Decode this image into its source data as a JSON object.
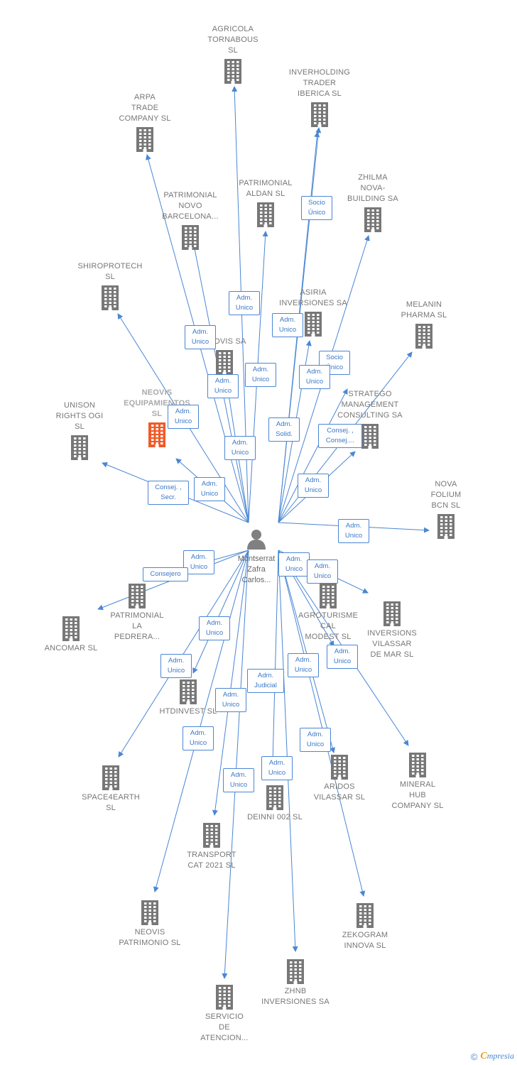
{
  "colors": {
    "edge": "#4a86d4",
    "node_icon": "#777777",
    "focus_icon": "#f05a28",
    "person_icon": "#808080"
  },
  "center": {
    "name_lines": [
      "Montserrat",
      "Zafra",
      "Carlos..."
    ],
    "icon": "person-icon"
  },
  "nodes": [
    {
      "id": "agricola",
      "lines": [
        "AGRICOLA",
        "TORNABOUS",
        "SL"
      ],
      "icon": "building-icon"
    },
    {
      "id": "inverholding",
      "lines": [
        "INVERHOLDING",
        "TRADER",
        "IBERICA SL"
      ],
      "icon": "building-icon"
    },
    {
      "id": "arpa",
      "lines": [
        "ARPA",
        "TRADE",
        "COMPANY  SL"
      ],
      "icon": "building-icon"
    },
    {
      "id": "patrimonial-aldan",
      "lines": [
        "PATRIMONIAL",
        "ALDAN SL"
      ],
      "icon": "building-icon"
    },
    {
      "id": "zhilma",
      "lines": [
        "ZHILMA",
        "NOVA-",
        "BUILDING SA"
      ],
      "icon": "building-icon"
    },
    {
      "id": "patrimonial-novo",
      "lines": [
        "PATRIMONIAL",
        "NOVO",
        "BARCELONA..."
      ],
      "icon": "building-icon"
    },
    {
      "id": "shiroprotech",
      "lines": [
        "SHIROPROTECH",
        "SL"
      ],
      "icon": "building-icon"
    },
    {
      "id": "asiria",
      "lines": [
        "ASIRIA",
        "INVERSIONES SA"
      ],
      "icon": "building-icon"
    },
    {
      "id": "melanin",
      "lines": [
        "MELANIN",
        "PHARMA  SL"
      ],
      "icon": "building-icon"
    },
    {
      "id": "neovis-sa",
      "lines": [
        "NEOVIS SA"
      ],
      "icon": "building-icon"
    },
    {
      "id": "neovis-equip",
      "lines": [
        "NEOVIS",
        "EQUIPAMIENTOS",
        "SL"
      ],
      "icon": "building-icon"
    },
    {
      "id": "unison",
      "lines": [
        "UNISON",
        "RIGHTS OGI",
        "SL"
      ],
      "icon": "building-icon"
    },
    {
      "id": "stratego",
      "lines": [
        "STRATEGO",
        "MANAGEMENT",
        "CONSULTING SA"
      ],
      "icon": "building-icon"
    },
    {
      "id": "nova-folium",
      "lines": [
        "NOVA",
        "FOLIUM",
        "BCN  SL"
      ],
      "icon": "building-icon"
    },
    {
      "id": "patrimonial-pedrera",
      "lines": [
        "PATRIMONIAL",
        "LA",
        "PEDRERA..."
      ],
      "icon": "building-icon"
    },
    {
      "id": "ancomar",
      "lines": [
        "ANCOMAR SL"
      ],
      "icon": "building-icon"
    },
    {
      "id": "agroturisme",
      "lines": [
        "AGROTURISME",
        "CAL",
        "MODEST  SL"
      ],
      "icon": "building-icon"
    },
    {
      "id": "inversions-vilassar",
      "lines": [
        "INVERSIONS",
        "VILASSAR",
        "DE MAR  SL"
      ],
      "icon": "building-icon"
    },
    {
      "id": "htdinvest",
      "lines": [
        "HTDINVEST  SL"
      ],
      "icon": "building-icon"
    },
    {
      "id": "space4earth",
      "lines": [
        "SPACE4EARTH",
        "SL"
      ],
      "icon": "building-icon"
    },
    {
      "id": "aridos",
      "lines": [
        "ARIDOS",
        "VILASSAR  SL"
      ],
      "icon": "building-icon"
    },
    {
      "id": "mineral-hub",
      "lines": [
        "MINERAL",
        "HUB",
        "COMPANY  SL"
      ],
      "icon": "building-icon"
    },
    {
      "id": "deinni",
      "lines": [
        "DEINNI 002  SL"
      ],
      "icon": "building-icon"
    },
    {
      "id": "transport-cat",
      "lines": [
        "TRANSPORT",
        "CAT 2021  SL"
      ],
      "icon": "building-icon"
    },
    {
      "id": "neovis-patrimonio",
      "lines": [
        "NEOVIS",
        "PATRIMONIO SL"
      ],
      "icon": "building-icon"
    },
    {
      "id": "zekogram",
      "lines": [
        "ZEKOGRAM",
        "INNOVA  SL"
      ],
      "icon": "building-icon"
    },
    {
      "id": "zhnb",
      "lines": [
        "ZHNB",
        "INVERSIONES SA"
      ],
      "icon": "building-icon"
    },
    {
      "id": "servicio",
      "lines": [
        "SERVICIO",
        "DE",
        "ATENCION..."
      ],
      "icon": "building-icon"
    }
  ],
  "edge_labels": [
    {
      "id": "e-aldan",
      "lines": [
        "Adm.",
        "Unico"
      ]
    },
    {
      "id": "e-inver-socio",
      "lines": [
        "Socio",
        "Único"
      ]
    },
    {
      "id": "e-novo",
      "lines": [
        "Adm.",
        "Unico"
      ]
    },
    {
      "id": "e-asiria",
      "lines": [
        "Adm.",
        "Unico"
      ]
    },
    {
      "id": "e-zhilma-socio",
      "lines": [
        "Socio",
        "Único"
      ]
    },
    {
      "id": "e-neovis-sa",
      "lines": [
        "Adm.",
        "Unico"
      ]
    },
    {
      "id": "e-arpa",
      "lines": [
        "Adm.",
        "Unico"
      ]
    },
    {
      "id": "e-agricola",
      "lines": [
        "Adm.",
        "Unico"
      ]
    },
    {
      "id": "e-zhilma",
      "lines": [
        "Adm.",
        "Unico"
      ]
    },
    {
      "id": "e-shiro",
      "lines": [
        "Adm.",
        "Unico"
      ]
    },
    {
      "id": "e-stratego-consej",
      "lines": [
        "Consej. ,",
        "Consej...."
      ]
    },
    {
      "id": "e-inver-solid",
      "lines": [
        "Adm.",
        "Solid."
      ]
    },
    {
      "id": "e-patr-novo2",
      "lines": [
        "Adm.",
        "Unico"
      ]
    },
    {
      "id": "e-unison",
      "lines": [
        "Consej. ,",
        "Secr."
      ]
    },
    {
      "id": "e-equip",
      "lines": [
        "Adm.",
        "Unico"
      ]
    },
    {
      "id": "e-melanin",
      "lines": [
        "Adm.",
        "Unico"
      ]
    },
    {
      "id": "e-nova",
      "lines": [
        "Adm.",
        "Unico"
      ]
    },
    {
      "id": "e-pedrera",
      "lines": [
        "Adm.",
        "Unico"
      ]
    },
    {
      "id": "e-ancomar",
      "lines": [
        "Consejero"
      ]
    },
    {
      "id": "e-agroturisme",
      "lines": [
        "Adm.",
        "Unico"
      ]
    },
    {
      "id": "e-inversions",
      "lines": [
        "Adm.",
        "Unico"
      ]
    },
    {
      "id": "e-htdinvest",
      "lines": [
        "Adm.",
        "Unico"
      ]
    },
    {
      "id": "e-space",
      "lines": [
        "Adm.",
        "Unico"
      ]
    },
    {
      "id": "e-mineral",
      "lines": [
        "Adm.",
        "Unico"
      ]
    },
    {
      "id": "e-deinni-jud",
      "lines": [
        "Adm.",
        "Judicial"
      ]
    },
    {
      "id": "e-aridos",
      "lines": [
        "Adm.",
        "Unico"
      ]
    },
    {
      "id": "e-transport",
      "lines": [
        "Adm.",
        "Unico"
      ]
    },
    {
      "id": "e-neovis-patr",
      "lines": [
        "Adm.",
        "Unico"
      ]
    },
    {
      "id": "e-aridos2",
      "lines": [
        "Adm.",
        "Unico"
      ]
    },
    {
      "id": "e-servicio",
      "lines": [
        "Adm.",
        "Unico"
      ]
    },
    {
      "id": "e-zhnb",
      "lines": [
        "Adm.",
        "Unico"
      ]
    }
  ],
  "footer": {
    "copyright": "©",
    "brand_initial": "C",
    "brand_rest": "mpresia"
  }
}
